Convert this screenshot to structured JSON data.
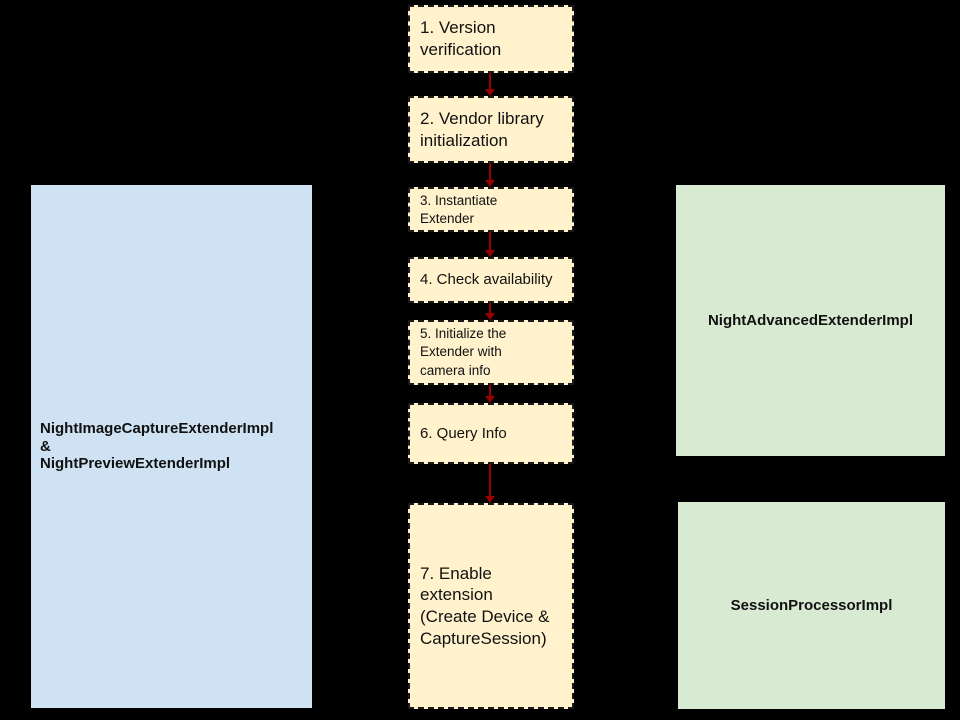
{
  "flow": {
    "steps": [
      {
        "label": "1. Version\nverification"
      },
      {
        "label": "2. Vendor library\ninitialization"
      },
      {
        "label": "3. Instantiate\nExtender"
      },
      {
        "label": "4. Check availability"
      },
      {
        "label": "5. Initialize the\nExtender with\ncamera info"
      },
      {
        "label": "6. Query Info"
      },
      {
        "label": "7. Enable\nextension\n(Create Device &\nCaptureSession)"
      }
    ]
  },
  "left_panel": {
    "label": "NightImageCaptureExtenderImpl\n&\nNightPreviewExtenderImpl"
  },
  "right_panels": [
    {
      "label": "NightAdvancedExtenderImpl"
    },
    {
      "label": "SessionProcessorImpl"
    }
  ],
  "colors": {
    "background": "#000000",
    "step_fill": "#FFF2CC",
    "step_border": "#1A1A1A",
    "left_fill": "#CFE2F3",
    "right_fill": "#D9EAD3",
    "arrow": "#990000",
    "text": "#111111"
  }
}
